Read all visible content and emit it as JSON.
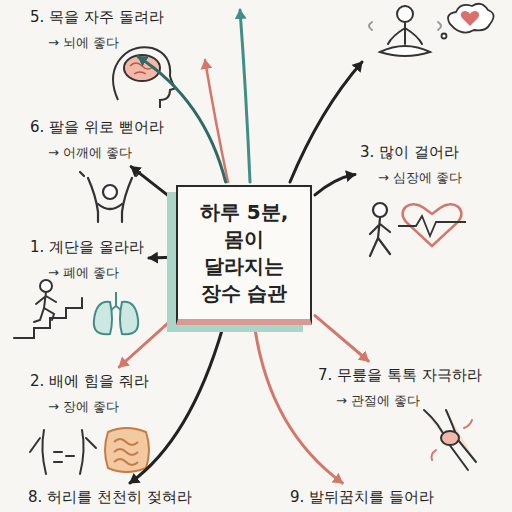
{
  "diagram": {
    "nodes": [
      {
        "text": [
          "5. 목을 자주 돌려라",
          "→ 뇌에 좋다"
        ]
      },
      {
        "text": [
          "6. 팔을 위로 뻗어라",
          "→ 어깨에 좋다"
        ]
      },
      {
        "text": [
          "3. 많이 걸어라",
          "→ 심장에 좋다"
        ]
      },
      {
        "text": [
          "하루 5분, 몸이 달라지는 장수 습관"
        ]
      },
      {
        "text": [
          "1. 계단을 올라라",
          "→ 폐에 좋다"
        ]
      },
      {
        "text": [
          "2. 배에 힘을 줘라",
          "→ 장에 좋다"
        ]
      },
      {
        "text": [
          "7. 무릎을 톡톡 자극하라",
          "→ 관절에 좋다"
        ]
      },
      {
        "text": [
          "8. 허리를 천천히 젖혀라"
        ]
      },
      {
        "text": [
          "9. 발뒤꿈치를 들어라"
        ]
      }
    ],
    "edges": [
      {
        "from": 3,
        "to": 0,
        "arrow": "to"
      },
      {
        "from": 3,
        "to": 1,
        "arrow": "to"
      },
      {
        "from": 3,
        "to": 2,
        "arrow": "to"
      },
      {
        "from": 3,
        "to": 4,
        "arrow": "to"
      },
      {
        "from": 3,
        "to": 5,
        "arrow": "to"
      },
      {
        "from": 3,
        "to": 6,
        "arrow": "to"
      },
      {
        "from": 3,
        "to": 7,
        "arrow": "to"
      },
      {
        "from": 3,
        "to": 8,
        "arrow": "to"
      }
    ]
  }
}
